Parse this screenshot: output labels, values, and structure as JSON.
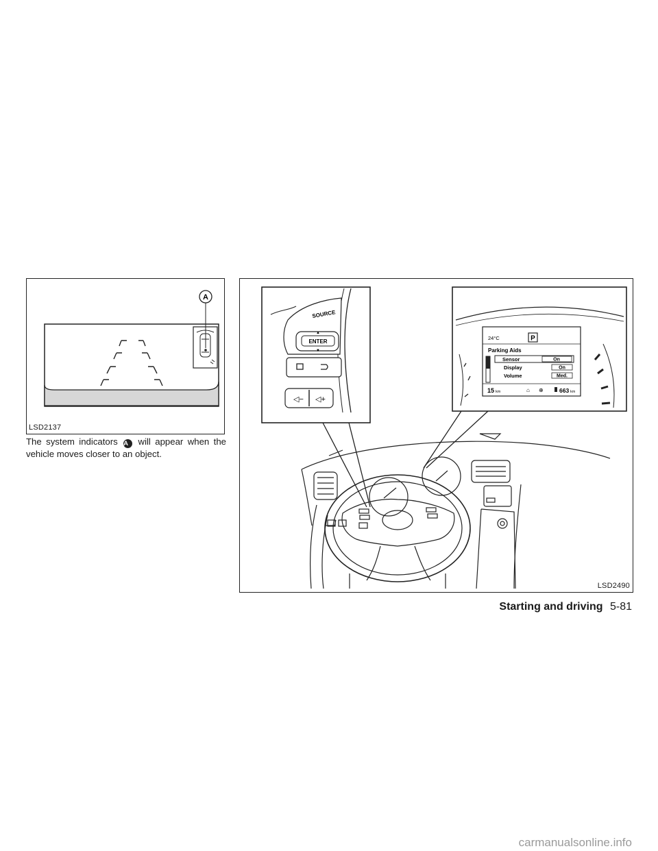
{
  "figure_left": {
    "code": "LSD2137",
    "callout": "A"
  },
  "caption": {
    "before": "The system indicators",
    "callout": "A",
    "after": "will appear when the vehicle moves closer to an object."
  },
  "figure_right": {
    "code": "LSD2490",
    "switch": {
      "source_label": "SOURCE",
      "enter_label": "ENTER"
    },
    "display": {
      "temperature": "24°C",
      "gear": "P",
      "menu_title": "Parking Aids",
      "rows": [
        {
          "label": "Sensor",
          "value": "On"
        },
        {
          "label": "Display",
          "value": "On"
        },
        {
          "label": "Volume",
          "value": "Med."
        }
      ],
      "trip_value": "15",
      "trip_unit": "km",
      "range_value": "663",
      "range_unit": "km"
    }
  },
  "footer": {
    "section": "Starting and driving",
    "page": "5-81"
  },
  "watermark": "carmanualsonline.info"
}
